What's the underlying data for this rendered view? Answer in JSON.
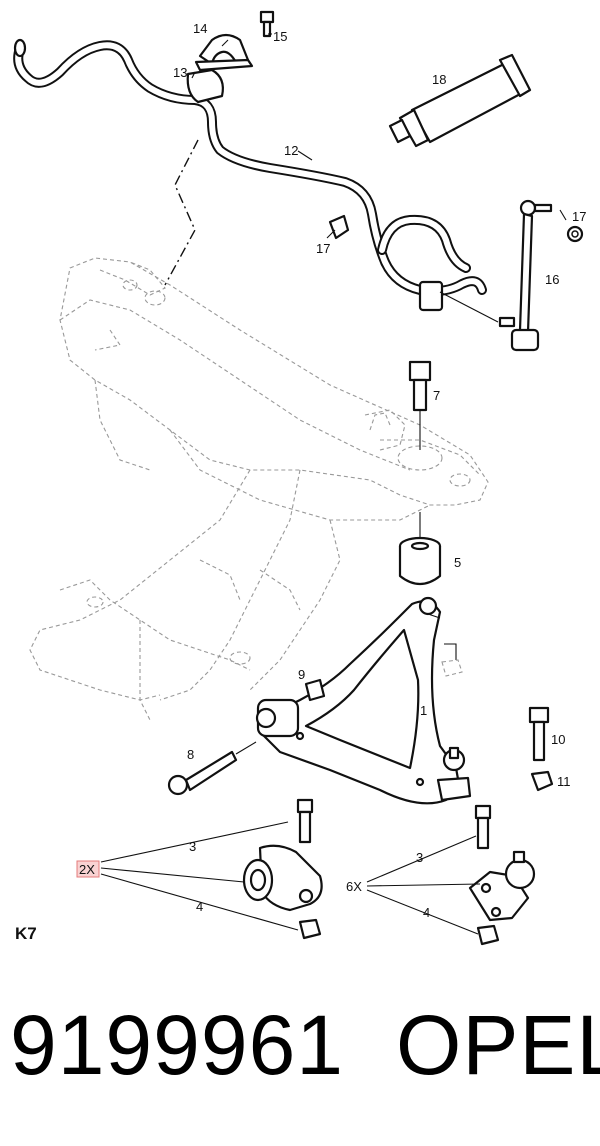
{
  "diagram": {
    "section": "K7",
    "part_number": "9199961",
    "brand": "OPEL",
    "callouts": {
      "c1": "1",
      "c3a": "3",
      "c3b": "3",
      "c4a": "4",
      "c4b": "4",
      "c5": "5",
      "c7": "7",
      "c8": "8",
      "c9": "9",
      "c10": "10",
      "c11": "11",
      "c12": "12",
      "c13": "13",
      "c14": "14",
      "c15": "15",
      "c16": "16",
      "c17a": "17",
      "c17b": "17",
      "c18": "18"
    },
    "multipliers": {
      "bushing_set": "2X",
      "balljoint_set": "6X"
    },
    "colors": {
      "highlight_box": "#f4b8b8",
      "lines": "#111111",
      "frame_dashed": "#999999"
    }
  }
}
